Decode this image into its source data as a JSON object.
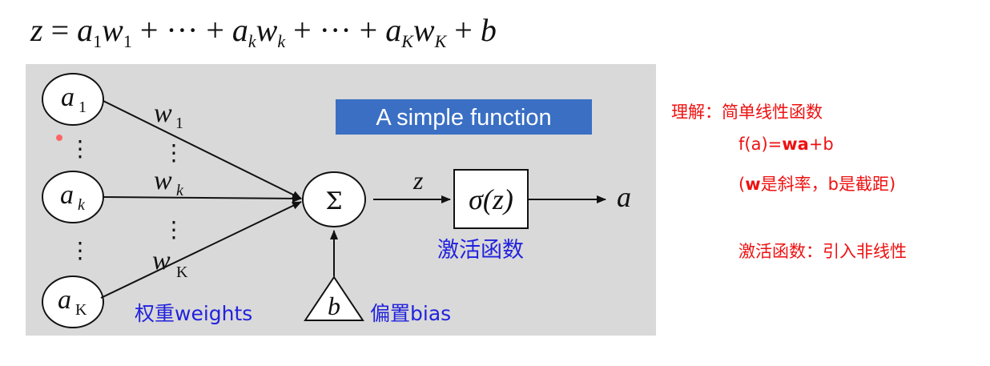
{
  "formula": {
    "parts": [
      "z",
      "=",
      "a",
      "1",
      "w",
      "1",
      "+ ··· +",
      "a",
      "k",
      "w",
      "k",
      "+ ··· +",
      "a",
      "K",
      "w",
      "K",
      "+",
      "b"
    ]
  },
  "diagram": {
    "title_label": "A simple function",
    "inputs": [
      {
        "label": "a",
        "sub": "1"
      },
      {
        "label": "a",
        "sub": "k"
      },
      {
        "label": "a",
        "sub": "K"
      }
    ],
    "weights": [
      {
        "label": "w",
        "sub": "1"
      },
      {
        "label": "w",
        "sub": "k"
      },
      {
        "label": "w",
        "sub": "K"
      }
    ],
    "vertical_dots": "⋮",
    "sum_symbol": "Σ",
    "z_label": "z",
    "activation_label": "σ(z)",
    "output_label": "a",
    "bias_symbol": "b",
    "activation_caption": "激活函数",
    "weights_caption": "权重weights",
    "bias_caption": "偏置bias"
  },
  "notes": {
    "line1": "理解：简单线性函数",
    "line2_prefix": "f(a)=",
    "line2_bold": "wa",
    "line2_suffix": "+b",
    "line3_open": "(",
    "line3_bold": "w",
    "line3_rest": "是斜率，b是截距)",
    "line4": "激活函数：引入非线性"
  },
  "colors": {
    "panel": "#d9d9d9",
    "title_box": "#3a6fc4",
    "caption_blue": "#2222dd",
    "notes_red": "#ee1111"
  }
}
